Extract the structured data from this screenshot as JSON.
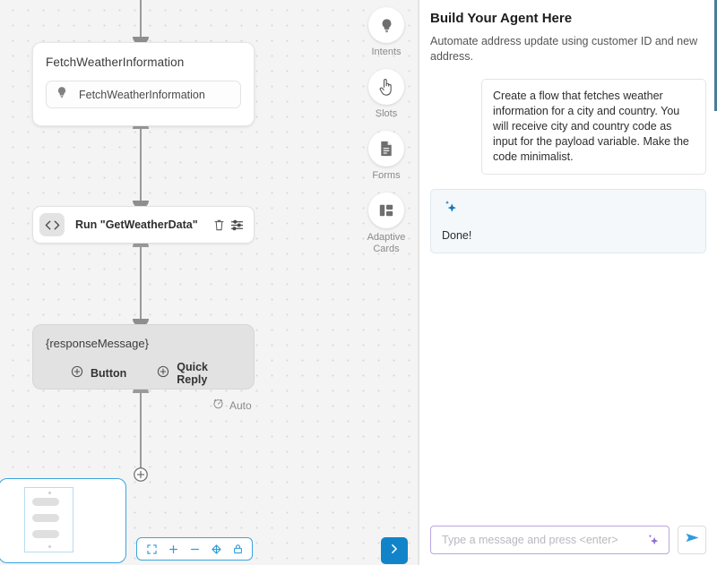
{
  "canvas": {
    "nodes": [
      {
        "id": "intent-node",
        "title": "FetchWeatherInformation",
        "intent_label": "FetchWeatherInformation",
        "intent_icon": "lightbulb-icon"
      },
      {
        "id": "code-node",
        "icon": "code-brackets-icon",
        "label": "Run \"GetWeatherData\"",
        "delete_icon": "trash-icon",
        "settings_icon": "sliders-icon"
      },
      {
        "id": "response-node",
        "message": "{responseMessage}",
        "actions": [
          {
            "label": "Button",
            "icon": "plus-circle-icon"
          },
          {
            "label": "Quick Reply",
            "icon": "plus-circle-icon"
          }
        ]
      }
    ],
    "auto_tag": {
      "label": "Auto",
      "icon": "timer-icon"
    },
    "add_node_icon": "plus-circle-icon",
    "toolbar": [
      {
        "name": "fit-to-screen",
        "icon": "fit-screen-icon"
      },
      {
        "name": "zoom-in",
        "icon": "plus-icon"
      },
      {
        "name": "zoom-out",
        "icon": "minus-icon"
      },
      {
        "name": "pan",
        "icon": "move-icon"
      },
      {
        "name": "lock",
        "icon": "lock-icon"
      }
    ],
    "collapse_icon": "chevron-right-icon",
    "minimap_name": "minimap"
  },
  "palette": {
    "items": [
      {
        "label": "Intents",
        "icon": "lightbulb-icon"
      },
      {
        "label": "Slots",
        "icon": "hand-pointer-icon"
      },
      {
        "label": "Forms",
        "icon": "document-icon"
      },
      {
        "label": "Adaptive Cards",
        "icon": "adaptive-cards-icon"
      }
    ]
  },
  "panel": {
    "title": "Build Your Agent Here",
    "subtitle": "Automate address update using customer ID and new address.",
    "messages": [
      {
        "role": "user",
        "text": "Create a flow that fetches weather information for a city and country. You will receive city and country code as input for the payload variable. Make the code minimalist."
      },
      {
        "role": "assistant",
        "icon": "sparkle-icon",
        "text": "Done!"
      }
    ],
    "composer": {
      "placeholder": "Type a message and press <enter>",
      "value": "",
      "sparkle_icon": "sparkle-icon",
      "send_icon": "send-paper-plane-icon"
    }
  },
  "colors": {
    "accent_blue": "#1184c9",
    "toolbar_blue": "#2d9cdb",
    "sparkle_blue": "#1277bd",
    "input_purple": "#b9a6e0",
    "canvas_bg": "#f4f4f4"
  }
}
